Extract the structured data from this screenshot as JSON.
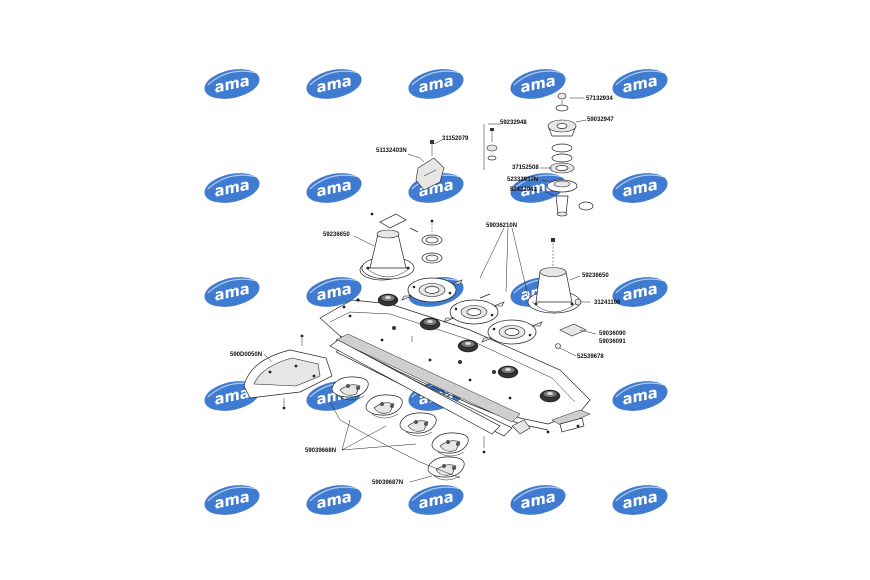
{
  "watermark": {
    "text": "ama",
    "color": "#1e64c8"
  },
  "labels": [
    {
      "id": "p57132934",
      "text": "57132934"
    },
    {
      "id": "p59032947",
      "text": "59032947"
    },
    {
      "id": "p59232948",
      "text": "59232948"
    },
    {
      "id": "p31152079",
      "text": "31152079"
    },
    {
      "id": "p51132403N",
      "text": "51132403N"
    },
    {
      "id": "p37152508",
      "text": "37152508"
    },
    {
      "id": "p52332937N",
      "text": "52332937N"
    },
    {
      "id": "p52432941",
      "text": "52432941"
    },
    {
      "id": "p59036210N",
      "text": "59036210N"
    },
    {
      "id": "p59236650a",
      "text": "59236650"
    },
    {
      "id": "p59236650b",
      "text": "59236650"
    },
    {
      "id": "p31241106",
      "text": "31241106"
    },
    {
      "id": "p59036090",
      "text": "59036090"
    },
    {
      "id": "p59036091",
      "text": "59036091"
    },
    {
      "id": "p52539678",
      "text": "52539678"
    },
    {
      "id": "p590D0050N",
      "text": "590D0050N"
    },
    {
      "id": "p59039668N",
      "text": "59039668N"
    },
    {
      "id": "p59039687N",
      "text": "59039687N"
    }
  ]
}
